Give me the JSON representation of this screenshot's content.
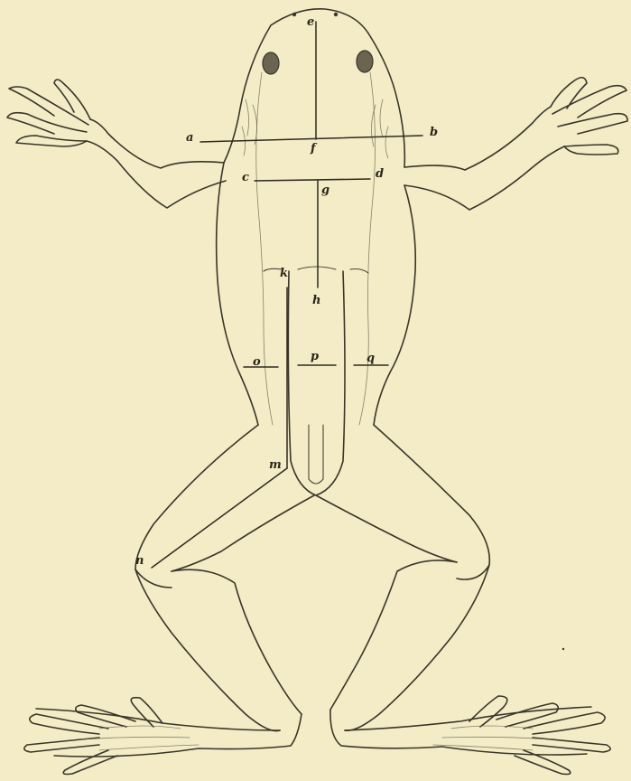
{
  "labels": {
    "a": "a",
    "b": "b",
    "c": "c",
    "d": "d",
    "e": "e",
    "f": "f",
    "g": "g",
    "h": "h",
    "k": "k",
    "m": "m",
    "n": "n",
    "o": "o",
    "p": "p",
    "q": "q"
  },
  "colors": {
    "paper": "#f3ecc7",
    "ink": "#3a3528"
  }
}
